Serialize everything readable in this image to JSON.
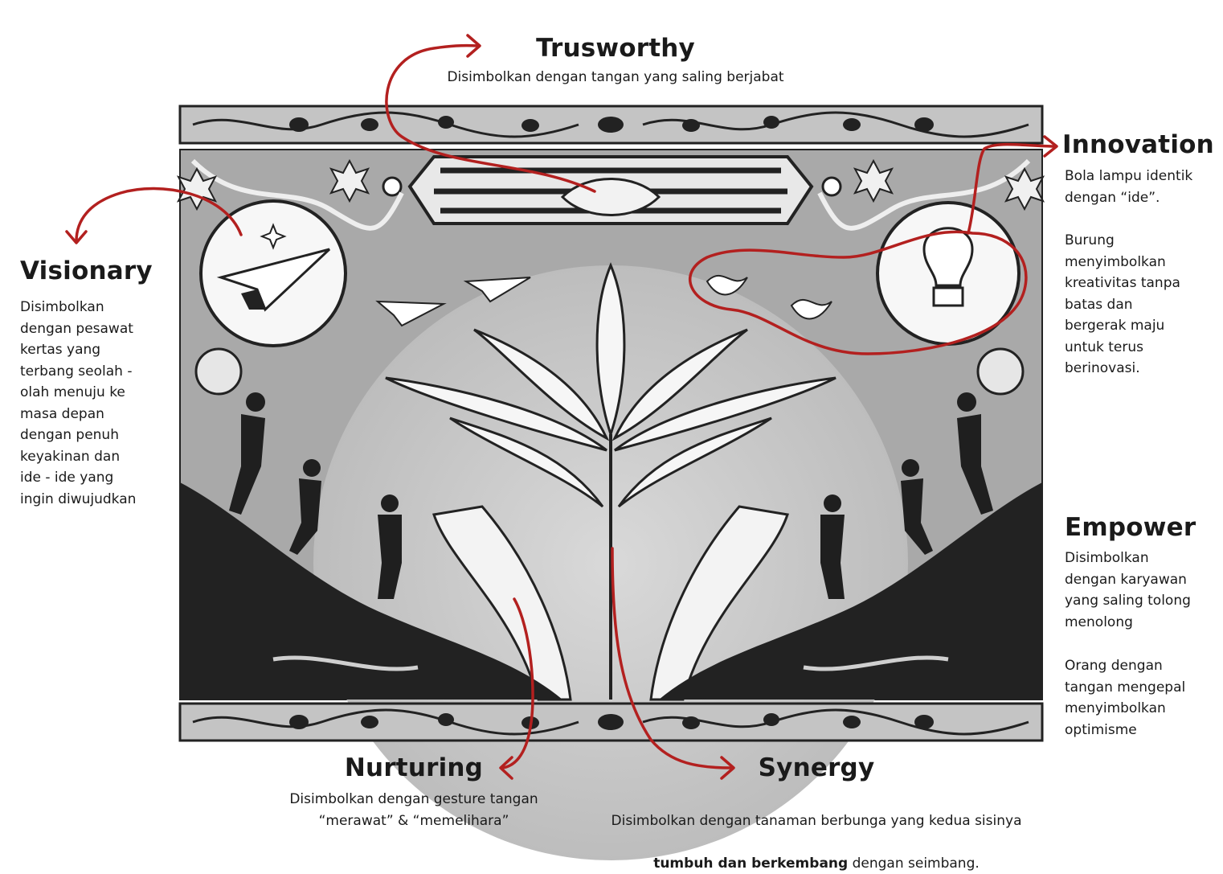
{
  "trustworthy": {
    "title": "Trusworthy",
    "desc": "Disimbolkan dengan tangan yang saling berjabat"
  },
  "innovation": {
    "title": "Innovation",
    "desc1": "Bola lampu identik\ndengan “ide”.",
    "desc2": "Burung\nmenyimbolkan\nkreativitas tanpa\nbatas dan\nbergerak maju\nuntuk terus\nberinovasi."
  },
  "visionary": {
    "title": "Visionary",
    "desc": "Disimbolkan\ndengan pesawat\nkertas yang\nterbang seolah -\nolah menuju ke\nmasa depan\ndengan penuh\nkeyakinan dan\nide - ide yang\ningin diwujudkan"
  },
  "empower": {
    "title": "Empower",
    "desc1": "Disimbolkan\ndengan karyawan\nyang saling tolong\nmenolong",
    "desc2": "Orang dengan\ntangan mengepal\nmenyimbolkan\noptimisme"
  },
  "nurturing": {
    "title": "Nurturing",
    "desc": "Disimbolkan dengan gesture tangan\n“merawat” & “memelihara”"
  },
  "synergy": {
    "title": "Synergy",
    "desc_line1": "Disimbolkan dengan tanaman berbunga yang kedua sisinya",
    "desc_bold": "tumbuh dan berkembang",
    "desc_end": " dengan seimbang."
  },
  "colors": {
    "arrow": "#b3201f",
    "ink": "#1a1a1a",
    "panel_gray": "#a9a9a9"
  }
}
